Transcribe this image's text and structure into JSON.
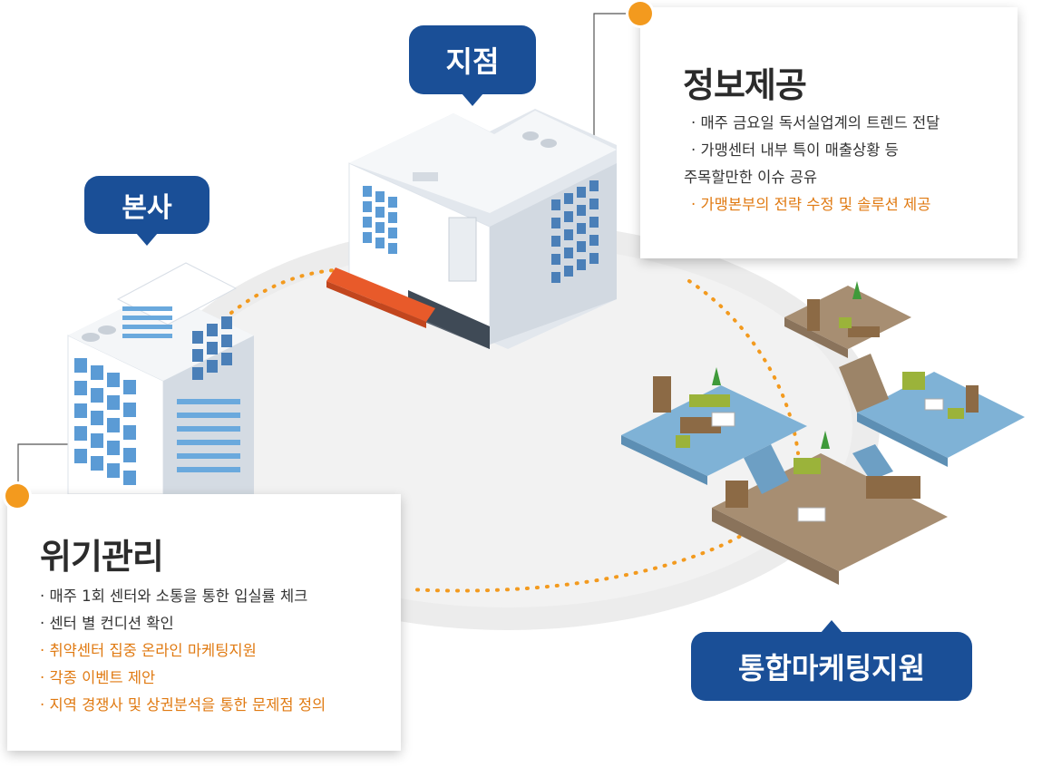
{
  "labels": {
    "headquarters": "본사",
    "branch": "지점",
    "integrated": "통합마케팅지원"
  },
  "info_card": {
    "title": "정보제공",
    "items": [
      {
        "text": "· 매주 금요일 독서실업계의 트렌드 전달",
        "highlight": false
      },
      {
        "text": "· 가맹센터 내부 특이 매출상황 등",
        "highlight": false
      },
      {
        "text": "주목할만한 이슈 공유",
        "highlight": false
      },
      {
        "text": "· 가맹본부의 전략 수정 및 솔루션 제공",
        "highlight": true
      }
    ]
  },
  "crisis_card": {
    "title": "위기관리",
    "items": [
      {
        "text": "· 매주 1회 센터와 소통을 통한 입실률 체크",
        "highlight": false
      },
      {
        "text": "· 센터 별 컨디션 확인",
        "highlight": false
      },
      {
        "text": "· 취약센터 집중 온라인 마케팅지원",
        "highlight": true
      },
      {
        "text": "· 각종 이벤트 제안",
        "highlight": true
      },
      {
        "text": "· 지역 경쟁사 및 상권분석을 통한 문제점 정의",
        "highlight": true
      }
    ]
  },
  "colors": {
    "bubble": "#1a4f97",
    "accent": "#f39a1e",
    "highlight_text": "#e07a12",
    "ground": "#efefef"
  }
}
